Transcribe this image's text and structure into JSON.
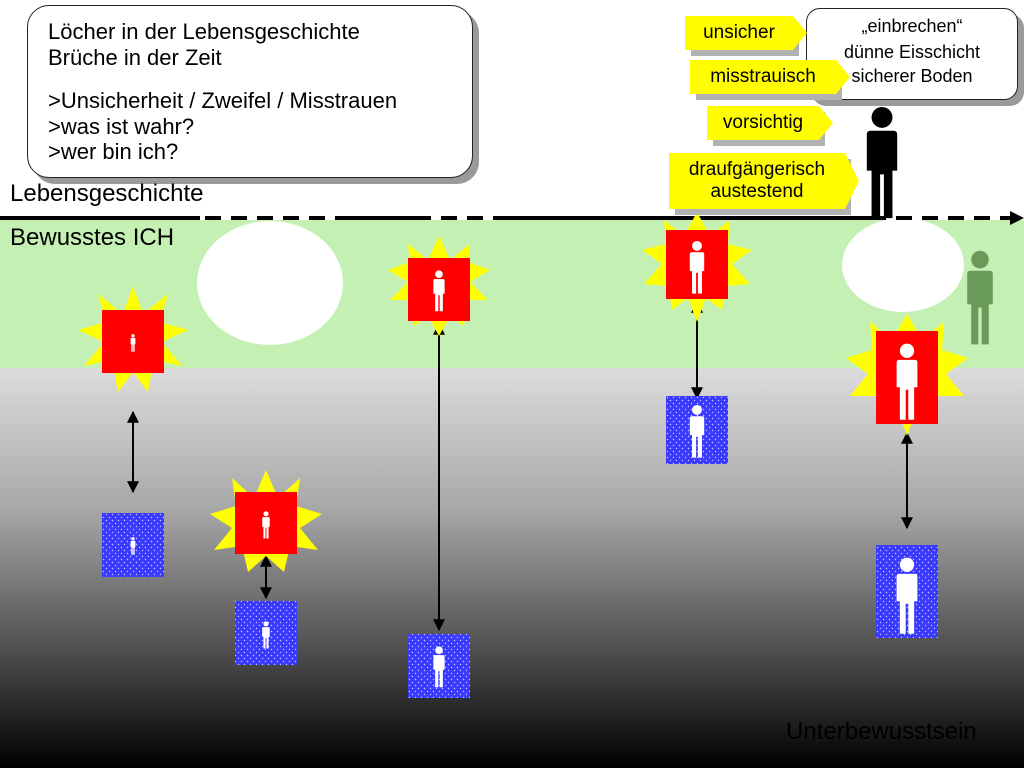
{
  "callout_main": {
    "line1": "Löcher in der Lebensgeschichte",
    "line2": "Brüche in der Zeit",
    "line3": ">Unsicherheit / Zweifel / Misstrauen",
    "line4": ">was ist wahr?",
    "line5": ">wer bin ich?"
  },
  "callout_right": {
    "line1": "„einbrechen“",
    "line2": "dünne Eisschicht",
    "line3": "sicherer Boden"
  },
  "labels": {
    "lebensgeschichte": "Lebensgeschichte",
    "bewusstes_ich": "Bewusstes ICH",
    "unterbewusstsein": "Unterbewusstsein"
  },
  "tags": {
    "unsicher": "unsicher",
    "misstrauisch": "misstrauisch",
    "vorsichtig": "vorsichtig",
    "draufgaengerisch_1": "draufgängerisch",
    "draufgaengerisch_2": "austestend"
  },
  "colors": {
    "green_band": "#c4f0b4",
    "red_box": "#ff0000",
    "blue_box": "#3a3aff",
    "star_yellow": "#ffff00",
    "tag_yellow": "#fffd00",
    "dark_figure": "#000000",
    "green_figure": "#6a9a5a"
  }
}
